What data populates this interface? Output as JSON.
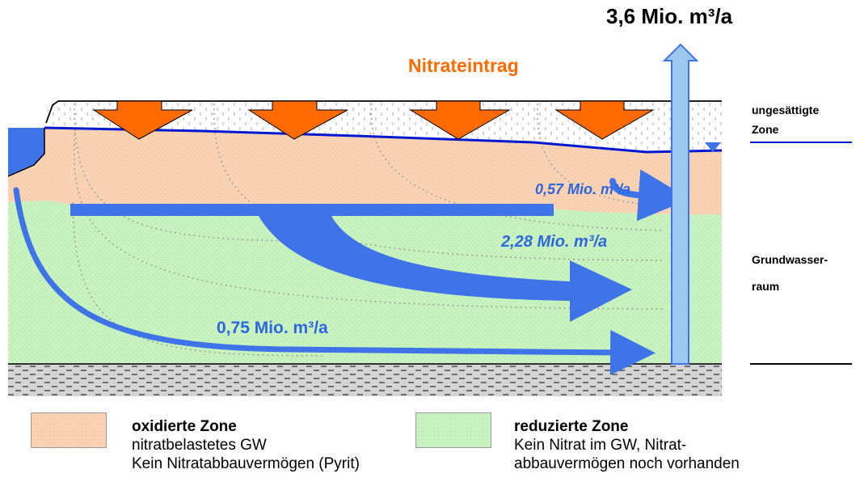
{
  "title_flow": "3,6 Mio. m³/a",
  "nitrate_label": "Nitrateintrag",
  "flows": {
    "upper": "0,57 Mio. m³/a",
    "middle": "2,28 Mio. m³/a",
    "lower": "0,75 Mio. m³/a"
  },
  "zones": {
    "unsaturated_line1": "ungesättigte",
    "unsaturated_line2": "Zone",
    "groundwater_line1": "Grundwasser-",
    "groundwater_line2": "raum"
  },
  "legend": {
    "oxidized": {
      "title": "oxidierte Zone",
      "line1": "nitratbelastetes GW",
      "line2": "Kein Nitratabbauvermögen (Pyrit)",
      "color": "#f9d3b3"
    },
    "reduced": {
      "title": "reduzierte Zone",
      "line1": "Kein Nitrat im GW, Nitrat-",
      "line2": "abbauvermögen noch vorhanden",
      "color": "#c8f2c0"
    }
  },
  "colors": {
    "flow_blue": "#3f73e8",
    "label_blue": "#2e66e0",
    "nitrate_orange": "#ff6a00",
    "well_blue": "#9cc8ef",
    "water_line": "#0018d0"
  }
}
